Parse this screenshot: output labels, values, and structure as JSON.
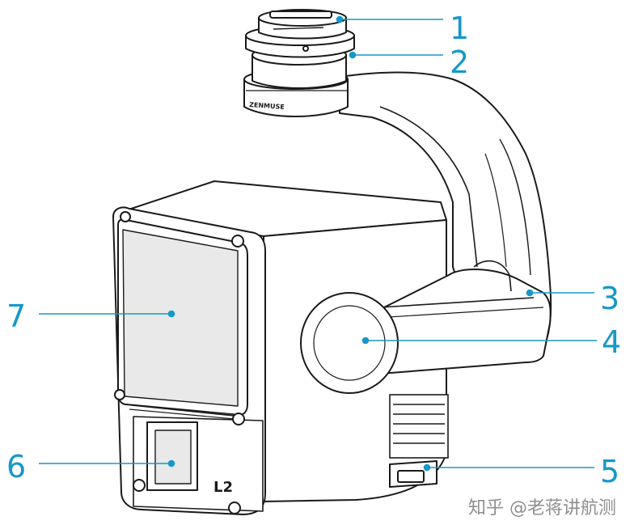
{
  "colors": {
    "callout": "#1598c8",
    "outline": "#1a1a1a",
    "fill": "#ffffff",
    "shade": "#e9e9e9"
  },
  "product": {
    "brand_text": "ZENMUSE",
    "model_marking": "L2"
  },
  "callouts": [
    {
      "number": "1"
    },
    {
      "number": "2"
    },
    {
      "number": "3"
    },
    {
      "number": "4"
    },
    {
      "number": "5"
    },
    {
      "number": "6"
    },
    {
      "number": "7"
    }
  ],
  "watermark": {
    "text": "知乎 @老蒋讲航测"
  }
}
